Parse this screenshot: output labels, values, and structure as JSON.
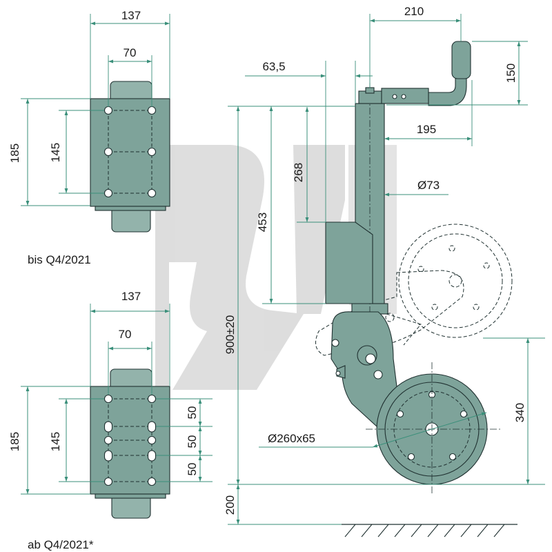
{
  "captions": {
    "top_variant": "bis Q4/2021",
    "bottom_variant": "ab Q4/2021*"
  },
  "top_bracket": {
    "width_outer": "137",
    "width_inner": "70",
    "height_outer": "185",
    "height_inner": "145"
  },
  "bottom_bracket": {
    "width_outer": "137",
    "width_inner": "70",
    "height_outer": "185",
    "height_inner": "145",
    "spacing_1": "50",
    "spacing_2": "50",
    "spacing_3": "50"
  },
  "jack": {
    "crank_reach": "210",
    "crank_height": "150",
    "clamp_offset": "63,5",
    "crank_to_axis": "195",
    "tube_diameter": "Ø73",
    "tube_to_clamp": "268",
    "clamp_height": "453",
    "overall_height": "900±20",
    "wheel_axis_height": "340",
    "ground_clearance": "200",
    "wheel_size": "Ø260x65"
  },
  "colors": {
    "part_fill": "#7ea39a",
    "dimension_line": "#3a8f7a",
    "watermark": "#d6d6d6"
  }
}
